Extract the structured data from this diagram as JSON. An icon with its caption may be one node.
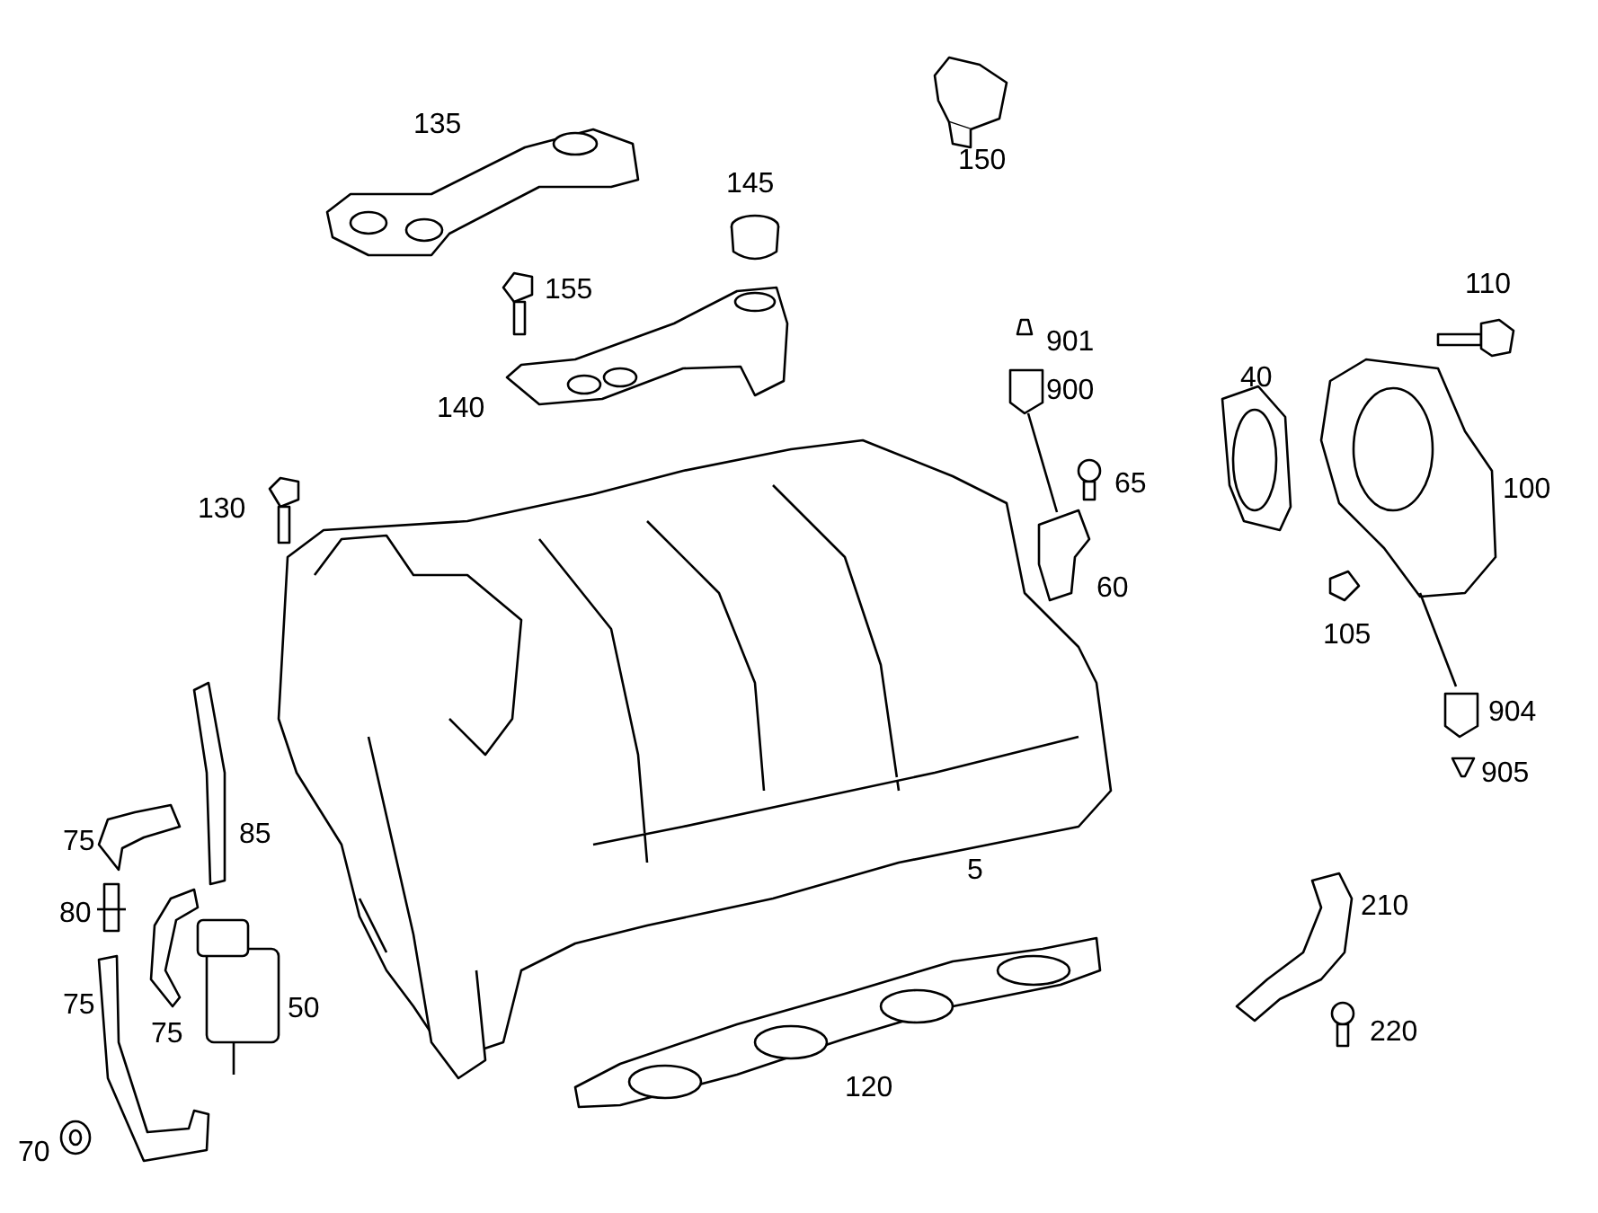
{
  "diagram": {
    "labels": [
      "135",
      "150",
      "145",
      "155",
      "110",
      "901",
      "140",
      "40",
      "900",
      "65",
      "130",
      "100",
      "60",
      "105",
      "904",
      "905",
      "75",
      "85",
      "5",
      "80",
      "210",
      "75",
      "50",
      "75",
      "220",
      "120",
      "70"
    ]
  }
}
